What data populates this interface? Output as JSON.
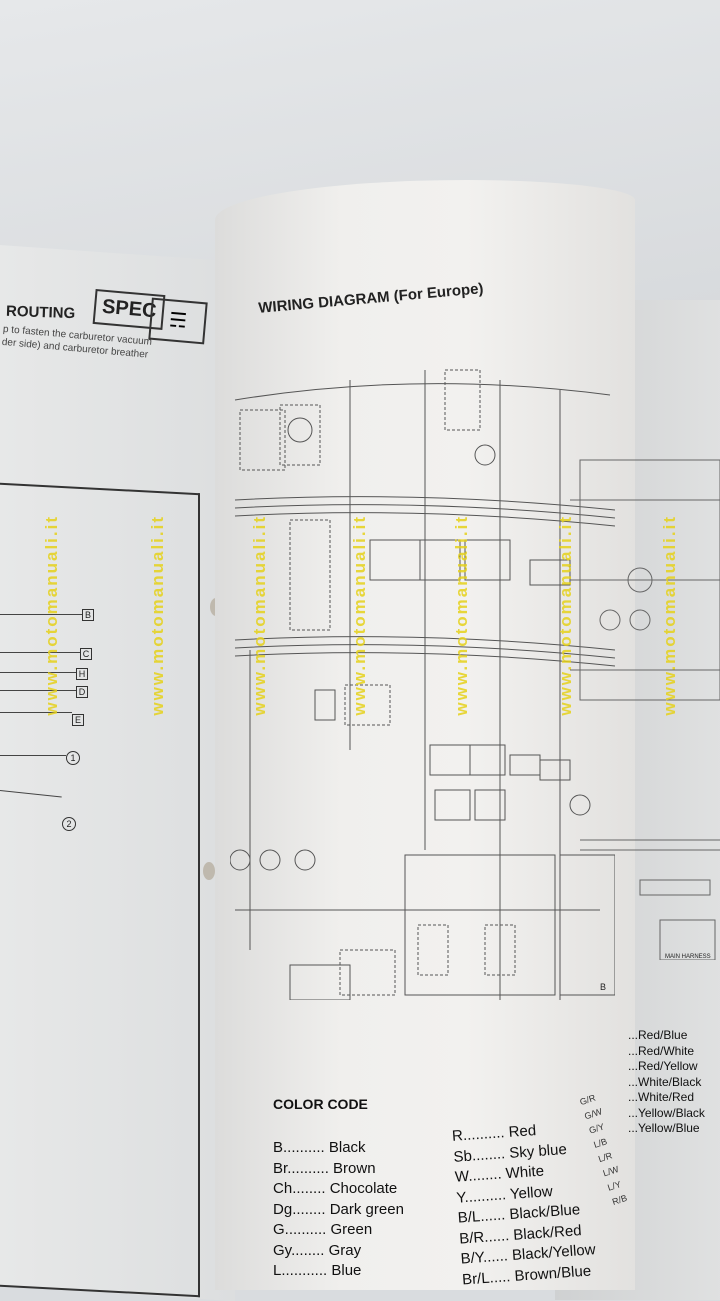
{
  "left_page": {
    "heading": "ROUTING",
    "spec_badge": "SPEC",
    "note_line1": "p to fasten the carburetor vacuum",
    "note_line2": "der side) and carburetor breather",
    "labels": [
      "B",
      "C",
      "H",
      "D",
      "E"
    ],
    "numbers": [
      "1",
      "2"
    ]
  },
  "center_page": {
    "title": "WIRING DIAGRAM (For Europe)",
    "diagram_tag": "B",
    "color_code": {
      "title": "COLOR CODE",
      "col1": [
        {
          "code": "B",
          "name": "Black"
        },
        {
          "code": "Br",
          "name": "Brown"
        },
        {
          "code": "Ch",
          "name": "Chocolate"
        },
        {
          "code": "Dg",
          "name": "Dark green"
        },
        {
          "code": "G",
          "name": "Green"
        },
        {
          "code": "Gy",
          "name": "Gray"
        },
        {
          "code": "L",
          "name": "Blue"
        }
      ],
      "col2": [
        {
          "code": "R",
          "name": "Red"
        },
        {
          "code": "Sb",
          "name": "Sky blue"
        },
        {
          "code": "W",
          "name": "White"
        },
        {
          "code": "Y",
          "name": "Yellow"
        },
        {
          "code": "B/L",
          "name": "Black/Blue"
        },
        {
          "code": "B/R",
          "name": "Black/Red"
        },
        {
          "code": "B/Y",
          "name": "Black/Yellow"
        },
        {
          "code": "Br/L",
          "name": "Brown/Blue"
        }
      ],
      "col3_codes": [
        "G/R",
        "G/W",
        "G/Y",
        "L/B",
        "L/R",
        "L/W",
        "L/Y",
        "R/B"
      ],
      "col4": [
        "...Red/Blue",
        "...Red/White",
        "...Red/Yellow",
        "...White/Black",
        "...White/Red",
        "...Yellow/Black",
        "...Yellow/Blue"
      ]
    }
  },
  "right_page": {
    "label": "MAIN HARNESS"
  },
  "watermark": "www.motomanuali.it"
}
